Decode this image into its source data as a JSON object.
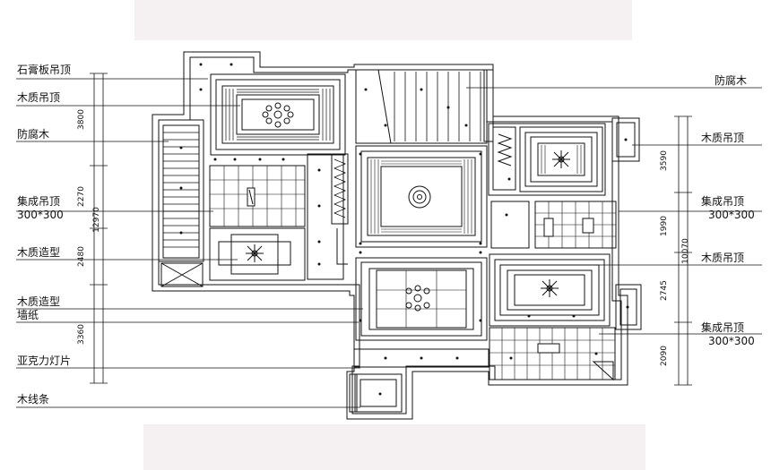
{
  "labels_left": [
    {
      "text": "石膏板吊顶"
    },
    {
      "text": "木质吊顶"
    },
    {
      "text": "防腐木"
    },
    {
      "text": "集成吊顶"
    },
    {
      "text": "300*300"
    },
    {
      "text": "木质造型"
    },
    {
      "text": "木质造型"
    },
    {
      "text": "墙纸"
    },
    {
      "text": "亚克力灯片"
    },
    {
      "text": "木线条"
    }
  ],
  "labels_right": [
    {
      "text": "防腐木"
    },
    {
      "text": "木质吊顶"
    },
    {
      "text": "集成吊顶"
    },
    {
      "text": "300*300"
    },
    {
      "text": "木质吊顶"
    },
    {
      "text": "集成吊顶"
    },
    {
      "text": "300*300"
    }
  ],
  "dims_left": [
    "3800",
    "2270",
    "12970",
    "2480",
    "3360"
  ],
  "dims_right": [
    "3590",
    "1990",
    "10070",
    "2745",
    "2090"
  ]
}
